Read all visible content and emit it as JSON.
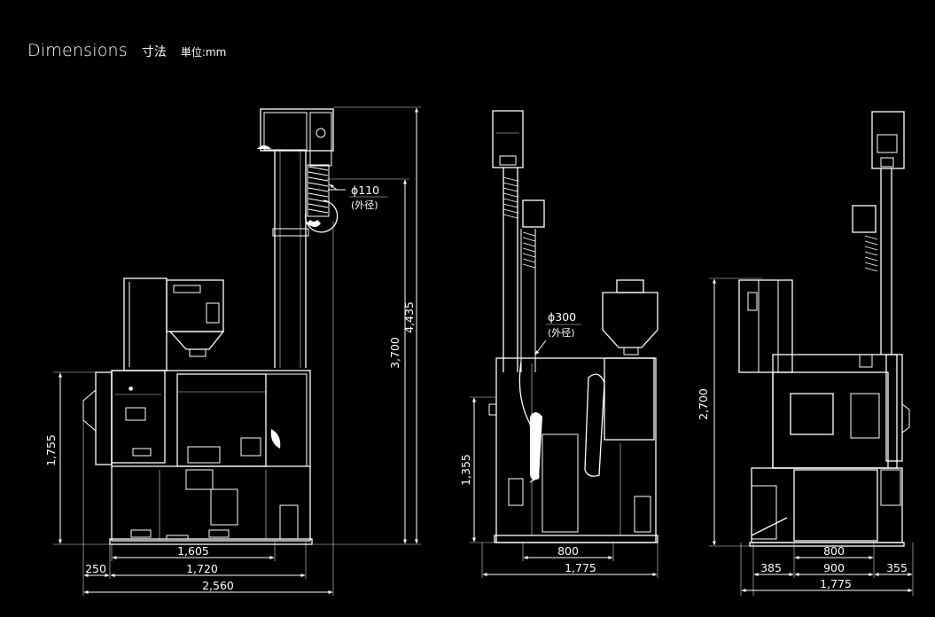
{
  "title": {
    "main": "Dimensions",
    "sub": "寸法",
    "unit": "単位:mm"
  },
  "dims": {
    "v1": {
      "w_1605": "1,605",
      "w_250": "250",
      "w_1720": "1,720",
      "w_2560": "2,560",
      "h_1755": "1,755",
      "h_3700": "3,700",
      "h_4435": "4,435",
      "pipe_dia": "ϕ110",
      "pipe_note": "(外径)"
    },
    "v2": {
      "w_800": "800",
      "w_1775": "1,775",
      "h_1355": "1,355",
      "pipe_dia": "ϕ300",
      "pipe_note": "(外径)"
    },
    "v3": {
      "w_800": "800",
      "w_385": "385",
      "w_900": "900",
      "w_355": "355",
      "w_1775": "1,775",
      "h_2700": "2,700"
    }
  }
}
